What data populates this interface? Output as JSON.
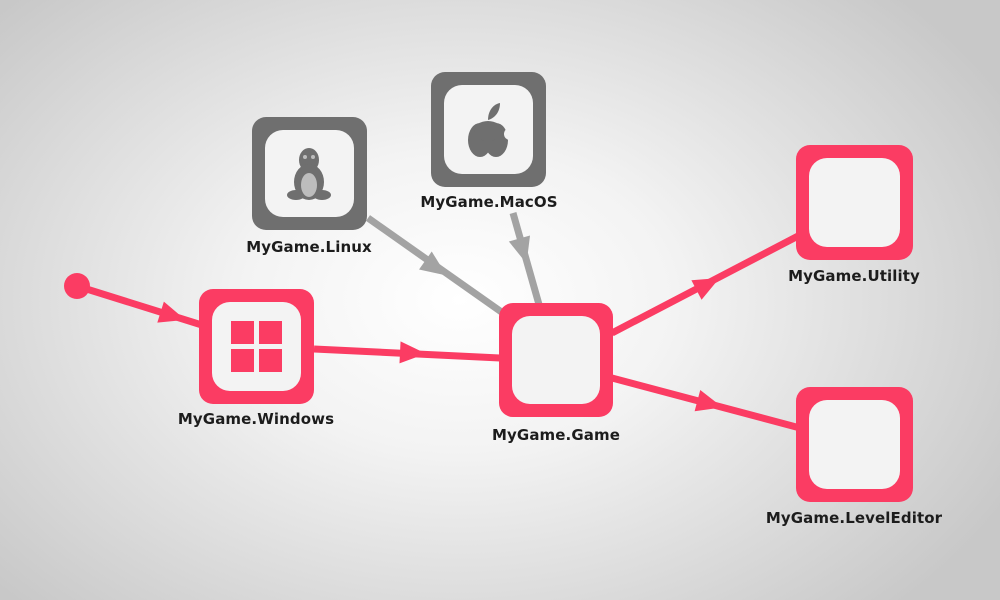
{
  "colors": {
    "active": "#fb3c63",
    "inactive": "#6f6f6f",
    "inactive_edge": "#a3a3a3",
    "inner": "#f3f3f3",
    "label": "#1c1c1c"
  },
  "nodes": [
    {
      "id": "windows",
      "label": "MyGame.Windows",
      "icon": "windows-logo-icon",
      "state": "active"
    },
    {
      "id": "linux",
      "label": "MyGame.Linux",
      "icon": "linux-tux-icon",
      "state": "inactive"
    },
    {
      "id": "macos",
      "label": "MyGame.MacOS",
      "icon": "apple-logo-icon",
      "state": "inactive"
    },
    {
      "id": "game",
      "label": "MyGame.Game",
      "icon": "none",
      "state": "active"
    },
    {
      "id": "utility",
      "label": "MyGame.Utility",
      "icon": "none",
      "state": "active"
    },
    {
      "id": "leveleditor",
      "label": "MyGame.LevelEditor",
      "icon": "none",
      "state": "active"
    }
  ],
  "edges": [
    {
      "from": "entry",
      "to": "windows",
      "state": "active"
    },
    {
      "from": "windows",
      "to": "game",
      "state": "active"
    },
    {
      "from": "linux",
      "to": "game",
      "state": "inactive"
    },
    {
      "from": "macos",
      "to": "game",
      "state": "inactive"
    },
    {
      "from": "game",
      "to": "utility",
      "state": "active"
    },
    {
      "from": "game",
      "to": "leveleditor",
      "state": "active"
    }
  ]
}
